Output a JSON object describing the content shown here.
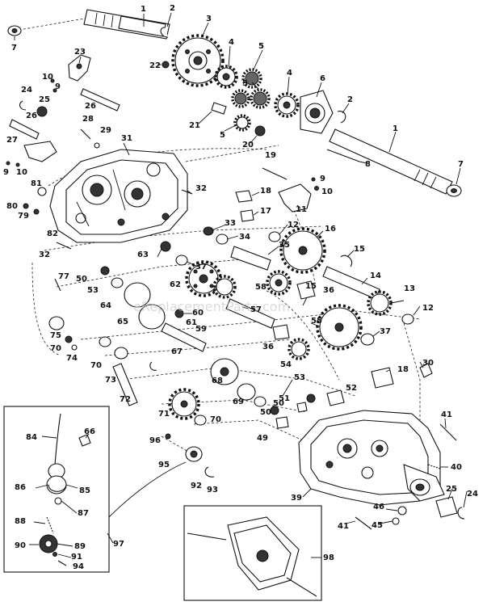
{
  "watermark": "eReplacementParts.com",
  "corner_text": "",
  "colors": {
    "ink": "#111111",
    "paper": "#ffffff"
  },
  "labels": [
    {
      "id": "p1a",
      "text": "1"
    },
    {
      "id": "p2a",
      "text": "2"
    },
    {
      "id": "p3",
      "text": "3"
    },
    {
      "id": "p4a",
      "text": "4"
    },
    {
      "id": "p5a",
      "text": "5"
    },
    {
      "id": "p5b",
      "text": "5"
    },
    {
      "id": "p6",
      "text": "6"
    },
    {
      "id": "p4b",
      "text": "4"
    },
    {
      "id": "p2b",
      "text": "2"
    },
    {
      "id": "p1b",
      "text": "1"
    },
    {
      "id": "p7a",
      "text": "7"
    },
    {
      "id": "p7b",
      "text": "7"
    },
    {
      "id": "p23",
      "text": "23"
    },
    {
      "id": "p22",
      "text": "22"
    },
    {
      "id": "p10a",
      "text": "10"
    },
    {
      "id": "p9a",
      "text": "9"
    },
    {
      "id": "p24a",
      "text": "24"
    },
    {
      "id": "p25a",
      "text": "25"
    },
    {
      "id": "p26a",
      "text": "26"
    },
    {
      "id": "p26b",
      "text": "26"
    },
    {
      "id": "p28",
      "text": "28"
    },
    {
      "id": "p29",
      "text": "29"
    },
    {
      "id": "p21",
      "text": "21"
    },
    {
      "id": "p5c",
      "text": "5"
    },
    {
      "id": "p20",
      "text": "20"
    },
    {
      "id": "p8",
      "text": "8"
    },
    {
      "id": "p27",
      "text": "27"
    },
    {
      "id": "p31",
      "text": "31"
    },
    {
      "id": "p9b",
      "text": "9"
    },
    {
      "id": "p10b",
      "text": "10"
    },
    {
      "id": "p81",
      "text": "81"
    },
    {
      "id": "p19",
      "text": "19"
    },
    {
      "id": "p9c",
      "text": "9"
    },
    {
      "id": "p10c",
      "text": "10"
    },
    {
      "id": "p32a",
      "text": "32"
    },
    {
      "id": "p18a",
      "text": "18"
    },
    {
      "id": "p11",
      "text": "11"
    },
    {
      "id": "p80",
      "text": "80"
    },
    {
      "id": "p79",
      "text": "79"
    },
    {
      "id": "p17",
      "text": "17"
    },
    {
      "id": "p33",
      "text": "33"
    },
    {
      "id": "p12a",
      "text": "12"
    },
    {
      "id": "p16",
      "text": "16"
    },
    {
      "id": "p82",
      "text": "82"
    },
    {
      "id": "p34",
      "text": "34"
    },
    {
      "id": "p32b",
      "text": "32"
    },
    {
      "id": "p63",
      "text": "63"
    },
    {
      "id": "p35",
      "text": "35"
    },
    {
      "id": "p15a",
      "text": "15"
    },
    {
      "id": "p37a",
      "text": "37"
    },
    {
      "id": "p50a",
      "text": "50"
    },
    {
      "id": "p62",
      "text": "62"
    },
    {
      "id": "p14",
      "text": "14"
    },
    {
      "id": "p77",
      "text": "77"
    },
    {
      "id": "p53a",
      "text": "53"
    },
    {
      "id": "p58",
      "text": "58"
    },
    {
      "id": "p15b",
      "text": "15"
    },
    {
      "id": "p36a",
      "text": "36"
    },
    {
      "id": "p13",
      "text": "13"
    },
    {
      "id": "p64",
      "text": "64"
    },
    {
      "id": "p61",
      "text": "61"
    },
    {
      "id": "p57",
      "text": "57"
    },
    {
      "id": "p12b",
      "text": "12"
    },
    {
      "id": "p65",
      "text": "65"
    },
    {
      "id": "p60",
      "text": "60"
    },
    {
      "id": "p55",
      "text": "55"
    },
    {
      "id": "p75",
      "text": "75"
    },
    {
      "id": "p59",
      "text": "59"
    },
    {
      "id": "p70a",
      "text": "70"
    },
    {
      "id": "p36b",
      "text": "36"
    },
    {
      "id": "p37b",
      "text": "37"
    },
    {
      "id": "p74",
      "text": "74"
    },
    {
      "id": "p67",
      "text": "67"
    },
    {
      "id": "p70b",
      "text": "70"
    },
    {
      "id": "p54",
      "text": "54"
    },
    {
      "id": "p30",
      "text": "30"
    },
    {
      "id": "p73",
      "text": "73"
    },
    {
      "id": "p68",
      "text": "68"
    },
    {
      "id": "p53b",
      "text": "53"
    },
    {
      "id": "p18b",
      "text": "18"
    },
    {
      "id": "p72",
      "text": "72"
    },
    {
      "id": "p69",
      "text": "69"
    },
    {
      "id": "p51",
      "text": "51"
    },
    {
      "id": "p52",
      "text": "52"
    },
    {
      "id": "p50b",
      "text": "50"
    },
    {
      "id": "p71",
      "text": "71"
    },
    {
      "id": "p70c",
      "text": "70"
    },
    {
      "id": "p50c",
      "text": "50"
    },
    {
      "id": "p41a",
      "text": "41"
    },
    {
      "id": "p84",
      "text": "84"
    },
    {
      "id": "p66",
      "text": "66"
    },
    {
      "id": "p49",
      "text": "49"
    },
    {
      "id": "p96",
      "text": "96"
    },
    {
      "id": "p95",
      "text": "95"
    },
    {
      "id": "p40",
      "text": "40"
    },
    {
      "id": "p86",
      "text": "86"
    },
    {
      "id": "p85",
      "text": "85"
    },
    {
      "id": "p92",
      "text": "92"
    },
    {
      "id": "p93",
      "text": "93"
    },
    {
      "id": "p39",
      "text": "39"
    },
    {
      "id": "p25b",
      "text": "25"
    },
    {
      "id": "p24b",
      "text": "24"
    },
    {
      "id": "p87",
      "text": "87"
    },
    {
      "id": "p46",
      "text": "46"
    },
    {
      "id": "p88",
      "text": "88"
    },
    {
      "id": "p97",
      "text": "97"
    },
    {
      "id": "p41b",
      "text": "41"
    },
    {
      "id": "p45",
      "text": "45"
    },
    {
      "id": "p90",
      "text": "90"
    },
    {
      "id": "p89",
      "text": "89"
    },
    {
      "id": "p91",
      "text": "91"
    },
    {
      "id": "p94",
      "text": "94"
    },
    {
      "id": "p98",
      "text": "98"
    }
  ]
}
